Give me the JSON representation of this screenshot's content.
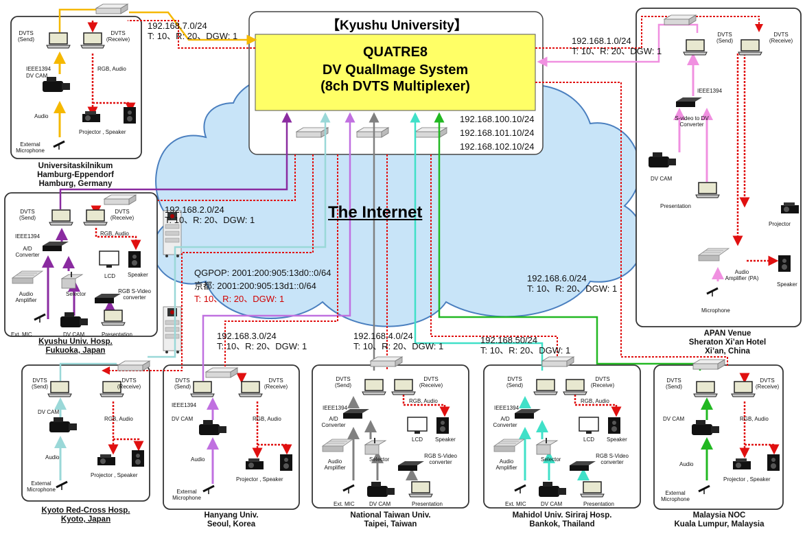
{
  "center": {
    "title": "【Kyushu University】",
    "system_line1": "QUATRE8",
    "system_line2": "DV QualImage System",
    "system_line3": "(8ch DVTS Multiplexer)",
    "subnets": [
      "192.168.100.10/24",
      "192.168.101.10/24",
      "192.168.102.10/24"
    ]
  },
  "internet_label": "The Internet",
  "net_labels": {
    "hamburg": {
      "ip": "192.168.7.0/24",
      "params": "T: 10、R: 20、DGW: 1"
    },
    "apan": {
      "ip": "192.168.1.0/24",
      "params": "T: 10、R: 20、DGW: 1"
    },
    "kyushu_hosp": {
      "ip": "192.168.2.0/24",
      "params": "T: 10、R: 20、DGW: 1"
    },
    "qgpop": {
      "line1": "QGPOP: 2001:200:905:13d0::0/64",
      "line2": "京都: 2001:200:905:13d1::0/64",
      "line3": "T: 10、R: 20、DGW: 1"
    },
    "malaysia": {
      "ip": "192.168.6.0/24",
      "params": "T: 10、R: 20、DGW: 1"
    },
    "hanyang": {
      "ip": "192.168.3.0/24",
      "params": "T: 10、R: 20、DGW: 1"
    },
    "taiwan": {
      "ip": "192.168.4.0/24",
      "params": "T: 10、R: 20、DGW: 1"
    },
    "thailand": {
      "ip": "192.168.50/24",
      "params": "T: 10、R: 20、DGW: 1"
    }
  },
  "sites": {
    "hamburg": {
      "line1": "Universitaskilnikum",
      "line2": "Hamburg-Eppendorf",
      "line3": "Hamburg, Germany"
    },
    "kyushu_hosp": {
      "line1": "Kyushu Univ. Hosp.",
      "line2": "Fukuoka, Japan"
    },
    "kyoto": {
      "line1": "Kyoto Red-Cross Hosp.",
      "line2": "Kyoto, Japan"
    },
    "hanyang": {
      "line1": "Hanyang Univ.",
      "line2": "Seoul, Korea"
    },
    "taiwan": {
      "line1": "National Taiwan Univ.",
      "line2": "Taipei, Taiwan"
    },
    "thailand": {
      "line1": "Mahidol Univ. Siriraj Hosp.",
      "line2": "Bankok, Thailand"
    },
    "malaysia": {
      "line1": "Malaysia NOC",
      "line2": "Kuala Lumpur, Malaysia"
    },
    "apan": {
      "line1": "APAN Venue",
      "line2": "Sheraton Xi’an Hotel",
      "line3": "Xi’an, China"
    }
  },
  "device_labels": {
    "dvts_send": "DVTS (Send)",
    "dvts_receive": "DVTS (Receive)",
    "ieee1394": "IEEE1394",
    "dvcam": "DV CAM",
    "dvcam_apan": "DV CAM",
    "rgb_audio": "RGB, Audio",
    "audio": "Audio",
    "ext_mic": "External Microphone",
    "projector_speaker": "Projector , Speaker",
    "ad_converter": "A/D Converter",
    "lcd": "LCD",
    "speaker": "Speaker",
    "audio_amp": "Audio Amplifier",
    "selector": "Selector",
    "rgb_svideo": "RGB S-Video converter",
    "ext_mic_short": "Ext. MIC",
    "presentation": "Presentation",
    "svideo_dv": "S-video to DV Converter",
    "projector": "Projector",
    "audio_amp_pa": "Audio Amplifier (PA)",
    "microphone": "Microphone"
  },
  "colors": {
    "hamburg": "#f5b800",
    "kyushu": "#8a2ba0",
    "kyoto": "#9ad8d8",
    "hanyang": "#c070e0",
    "taiwan": "#808080",
    "thailand": "#40e0c8",
    "malaysia": "#22b822",
    "apan": "#f090e0",
    "receive": "#e01010",
    "cloud": "#c8e4f8",
    "qbox": "#ffff66"
  }
}
